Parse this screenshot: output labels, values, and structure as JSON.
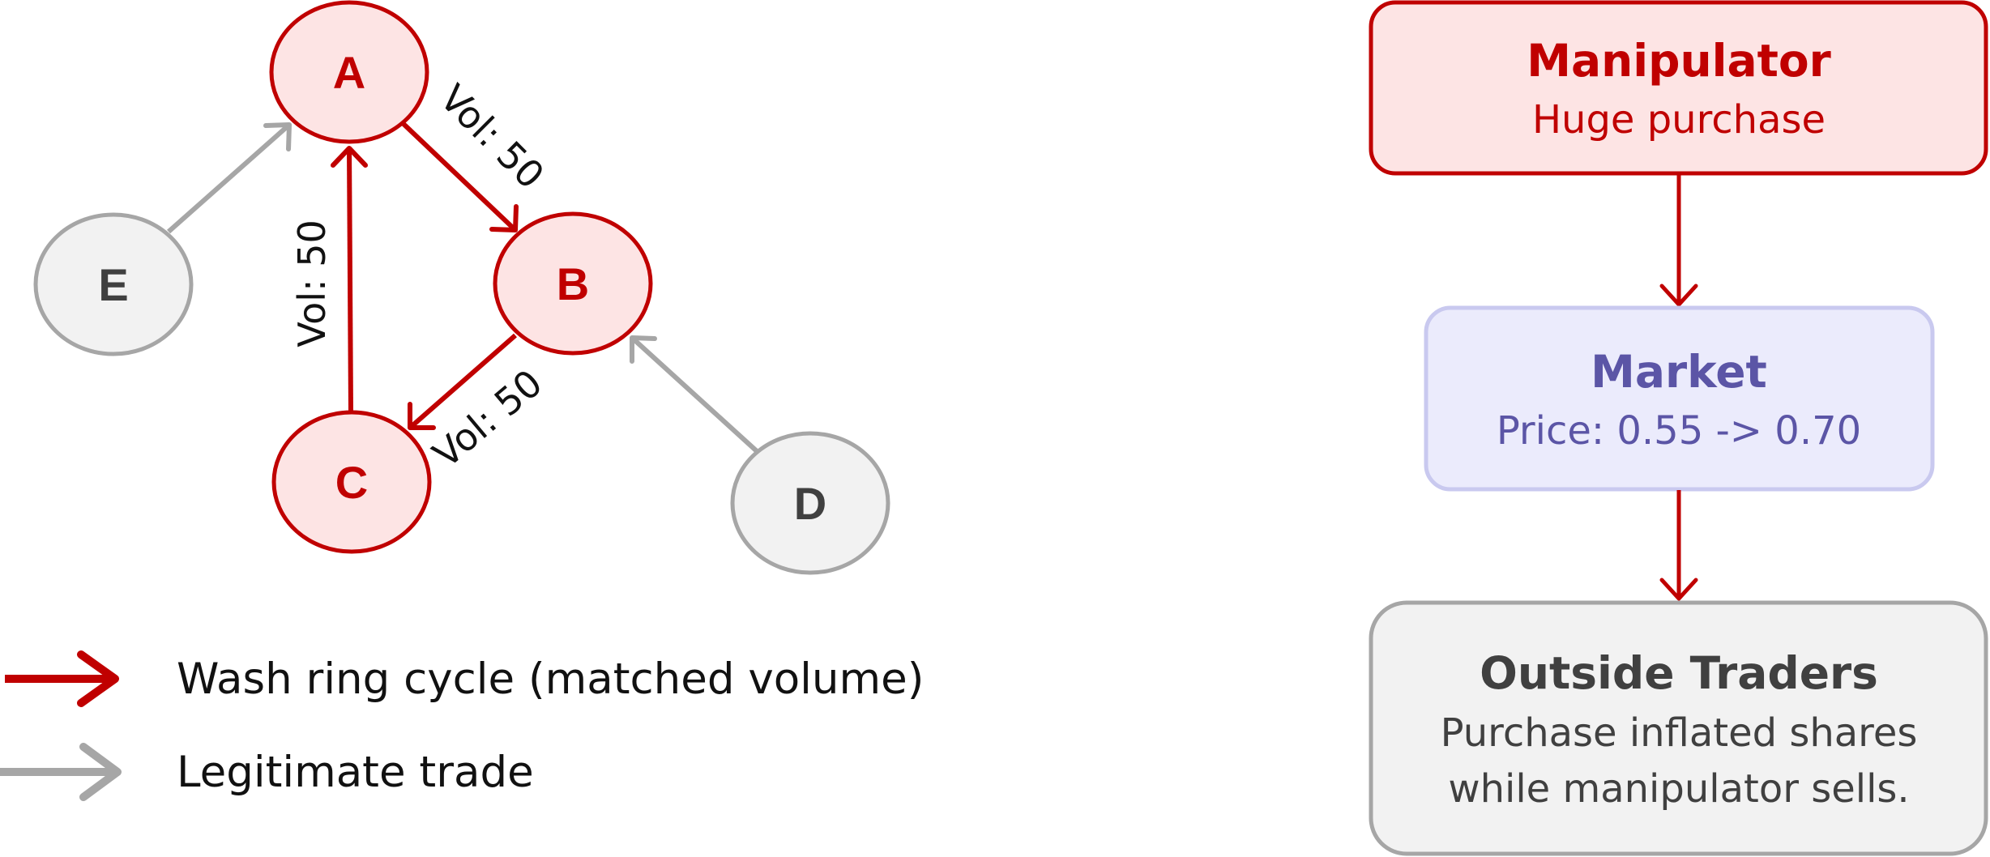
{
  "colors": {
    "wash_red": "#c00000",
    "wash_fill": "#fde4e4",
    "legit_gray": "#a6a6a6",
    "legit_fill": "#f2f2f2",
    "dark_text": "#404040",
    "market_fill": "#ebebfc",
    "market_border": "#c9c9ef",
    "market_text": "#5b55a6"
  },
  "graph": {
    "nodes": {
      "a": "A",
      "b": "B",
      "c": "C",
      "d": "D",
      "e": "E"
    },
    "edges": {
      "a_to_b": "Vol: 50",
      "b_to_c": "Vol: 50",
      "c_to_a": "Vol: 50"
    }
  },
  "legend": {
    "wash_ring": "Wash ring cycle (matched volume)",
    "legitimate": "Legitimate trade"
  },
  "flow": {
    "manipulator": {
      "title": "Manipulator",
      "subtitle": "Huge purchase"
    },
    "market": {
      "title": "Market",
      "subtitle": "Price: 0.55 -> 0.70"
    },
    "outside_traders": {
      "title": "Outside Traders",
      "line1": "Purchase inflated shares",
      "line2": "while manipulator sells."
    }
  }
}
